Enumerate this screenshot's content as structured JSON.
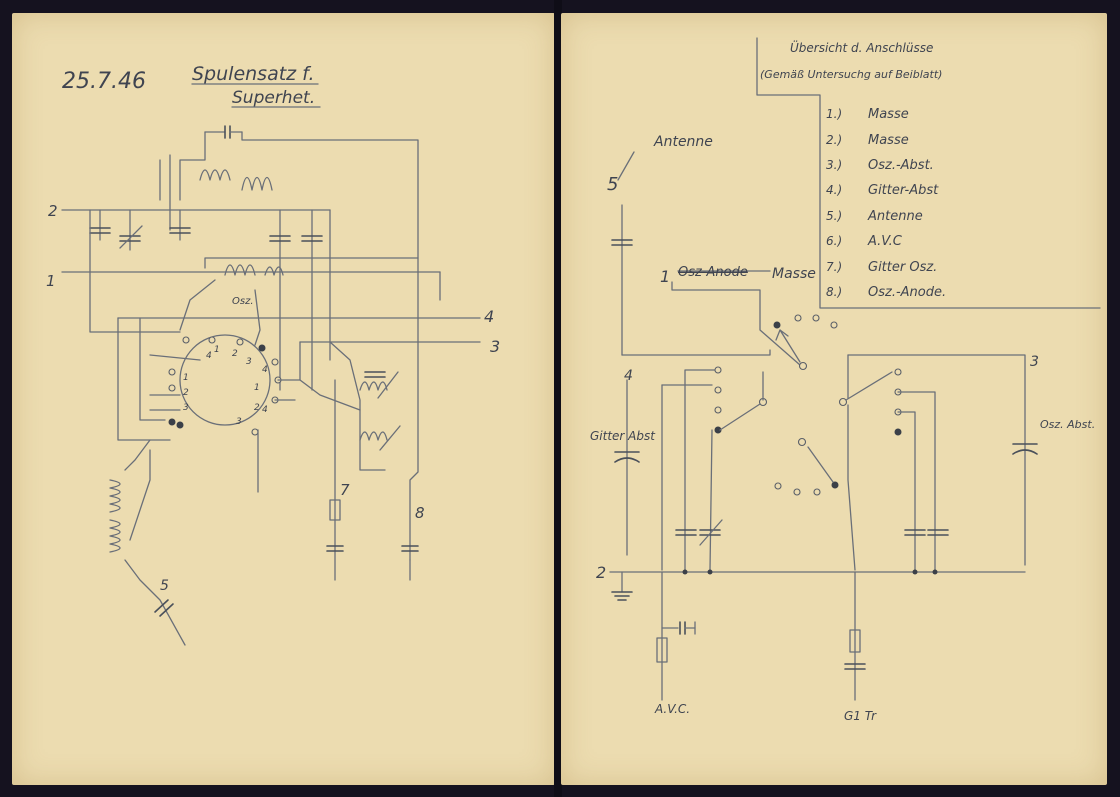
{
  "left_page": {
    "date": "25.7.46",
    "title_line1": "Spulensatz f.",
    "title_line2": "Superhet.",
    "terminal_labels": {
      "t2": "2",
      "t1": "1",
      "t4": "4",
      "t3": "3",
      "t7": "7",
      "t8": "8",
      "t5": "5"
    },
    "osz_label": "Osz.",
    "switch_numbers": [
      "1",
      "2",
      "3",
      "4",
      "1",
      "2",
      "3",
      "4",
      "1",
      "2",
      "3",
      "4"
    ]
  },
  "right_page": {
    "legend_title_line1": "Übersicht d. Anschlüsse",
    "legend_title_line2": "(Gemäß Untersuchg auf Beiblatt)",
    "legend_items": [
      {
        "num": "1.)",
        "text": "Masse"
      },
      {
        "num": "2.)",
        "text": "Masse"
      },
      {
        "num": "3.)",
        "text": "Osz.-Abst."
      },
      {
        "num": "4.)",
        "text": "Gitter-Abst"
      },
      {
        "num": "5.)",
        "text": "Antenne"
      },
      {
        "num": "6.)",
        "text": "A.V.C"
      },
      {
        "num": "7.)",
        "text": "Gitter Osz."
      },
      {
        "num": "8.)",
        "text": "Osz.-Anode."
      }
    ],
    "antenne_label": "Antenne",
    "num5": "5",
    "num1": "1",
    "strike_text": "Osz-Anode",
    "masse_label": "Masse",
    "num4": "4",
    "gitter_abst_label": "Gitter Abst",
    "num3": "3",
    "osz_abst_label": "Osz. Abst.",
    "num2": "2",
    "avc_label": "A.V.C.",
    "gitter_tr_label": "G1 Tr"
  }
}
